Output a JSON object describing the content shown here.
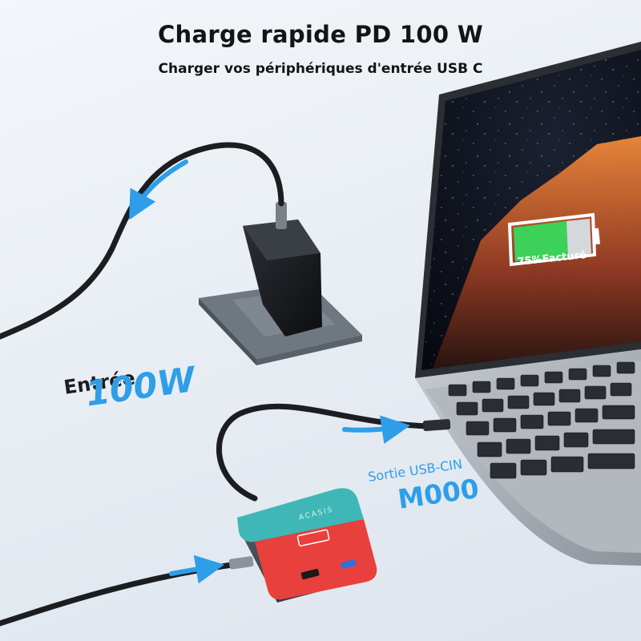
{
  "header": {
    "title": "Charge rapide PD 100 W",
    "subtitle": "Charger vos périphériques d'entrée USB C"
  },
  "input_label": {
    "text": "Entrée",
    "power": "100W"
  },
  "output_label": {
    "text": "Sortie USB-CIN",
    "model": "M000"
  },
  "battery": {
    "label": "75%Facturé",
    "level_percent": 75,
    "fill_color": "#3ed15a"
  },
  "hub": {
    "brand": "ACASIS"
  },
  "colors": {
    "accent_blue": "#2f9ee8",
    "hub_red": "#e8403c",
    "hub_teal": "#3fb7b6"
  }
}
